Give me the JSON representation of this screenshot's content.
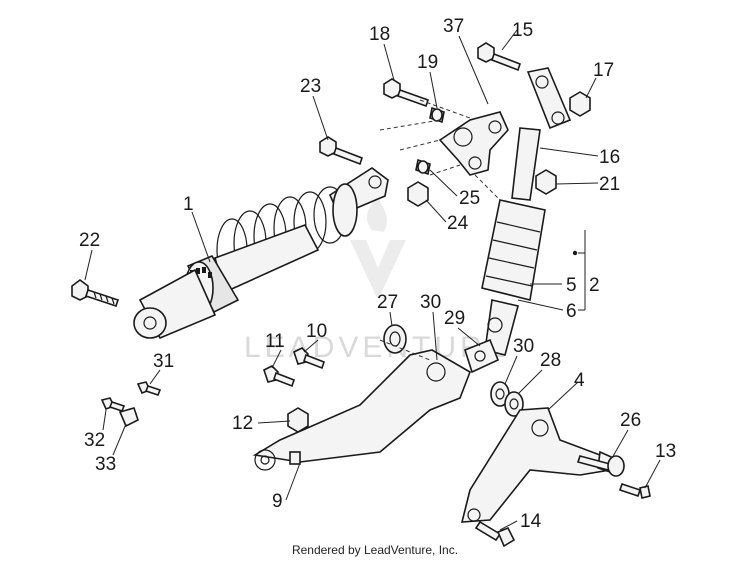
{
  "watermark": "LEADVENTURE",
  "credit": "Rendered by LeadVenture, Inc.",
  "labels": {
    "p1": "1",
    "p2": "2",
    "p4": "4",
    "p5": "5",
    "p6": "6",
    "p9": "9",
    "p10": "10",
    "p11": "11",
    "p12": "12",
    "p13": "13",
    "p14": "14",
    "p15": "15",
    "p16": "16",
    "p17": "17",
    "p18": "18",
    "p19": "19",
    "p21": "21",
    "p22": "22",
    "p23": "23",
    "p24": "24",
    "p25": "25",
    "p26": "26",
    "p27": "27",
    "p28": "28",
    "p29": "29",
    "p30a": "30",
    "p30b": "30",
    "p31": "31",
    "p32": "32",
    "p33": "33",
    "p37": "37"
  }
}
